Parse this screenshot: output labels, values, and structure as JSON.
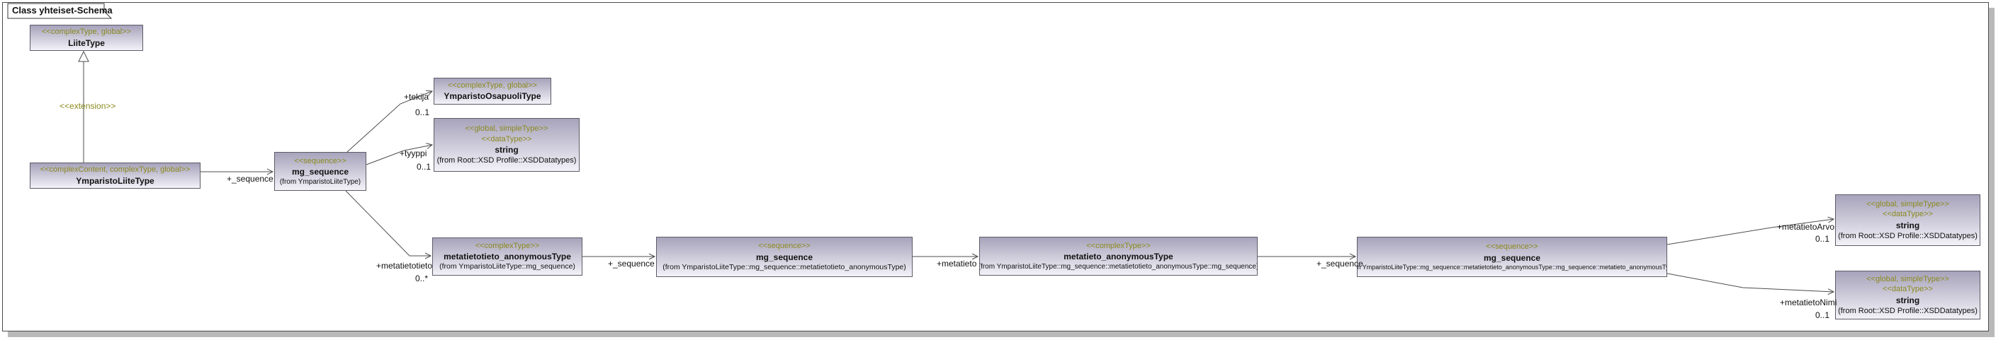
{
  "frame": {
    "title": "Class yhteiset-Schema"
  },
  "colors": {
    "stereotype_text": "#8a8a1f",
    "box_gradient_top": "#a7a3bb",
    "box_gradient_bottom": "#f3f2f8",
    "box_border": "#5c5c66",
    "line": "#4d4d4d",
    "shadow": "#b9b9b9"
  },
  "boxes": {
    "liite": {
      "stereotype": "<<complexType, global>>",
      "name": "LiiteType"
    },
    "ymliite": {
      "stereotype": "<<complexContent, complexType, global>>",
      "name": "YmparistoLiiteType"
    },
    "mgseq1": {
      "stereotype": "<<sequence>>",
      "name": "mg_sequence",
      "from": "(from YmparistoLiiteType)"
    },
    "osapuoli": {
      "stereotype": "<<complexType, global>>",
      "name": "YmparistoOsapuoliType"
    },
    "str_tyyppi": {
      "stereotype": "<<global, simpleType>>",
      "stereotype2": "<<dataType>>",
      "name": "string",
      "from": "(from Root::XSD Profile::XSDDatatypes)"
    },
    "metatietotieto": {
      "stereotype": "<<complexType>>",
      "name": "metatietotieto_anonymousType",
      "from": "(from YmparistoLiiteType::mg_sequence)"
    },
    "mgseq2": {
      "stereotype": "<<sequence>>",
      "name": "mg_sequence",
      "from": "(from YmparistoLiiteType::mg_sequence::metatietotieto_anonymousType)"
    },
    "metatieto": {
      "stereotype": "<<complexType>>",
      "name": "metatieto_anonymousType",
      "from": "(from YmparistoLiiteType::mg_sequence::metatietotieto_anonymousType::mg_sequence)"
    },
    "mgseq3": {
      "stereotype": "<<sequence>>",
      "name": "mg_sequence",
      "from": "(from YmparistoLiiteType::mg_sequence::metatietotieto_anonymousType::mg_sequence::metatieto_anonymousType)"
    },
    "str_arvo": {
      "stereotype": "<<global, simpleType>>",
      "stereotype2": "<<dataType>>",
      "name": "string",
      "from": "(from Root::XSD Profile::XSDDatatypes)"
    },
    "str_nimi": {
      "stereotype": "<<global, simpleType>>",
      "stereotype2": "<<dataType>>",
      "name": "string",
      "from": "(from Root::XSD Profile::XSDDatatypes)"
    }
  },
  "edges": {
    "extension": {
      "label": "<<extension>>"
    },
    "seq1": {
      "label": "+_sequence"
    },
    "tekija": {
      "label": "+tekija",
      "multiplicity": "0..1"
    },
    "tyyppi": {
      "label": "+tyyppi",
      "multiplicity": "0..1"
    },
    "metatietotieto": {
      "label": "+metatietotieto",
      "multiplicity": "0..*"
    },
    "seq2": {
      "label": "+_sequence"
    },
    "metatieto": {
      "label": "+metatieto"
    },
    "seq3": {
      "label": "+_sequence"
    },
    "metatietoArvo": {
      "label": "+metatietoArvo",
      "multiplicity": "0..1"
    },
    "metatietoNimi": {
      "label": "+metatietoNimi",
      "multiplicity": "0..1"
    }
  }
}
